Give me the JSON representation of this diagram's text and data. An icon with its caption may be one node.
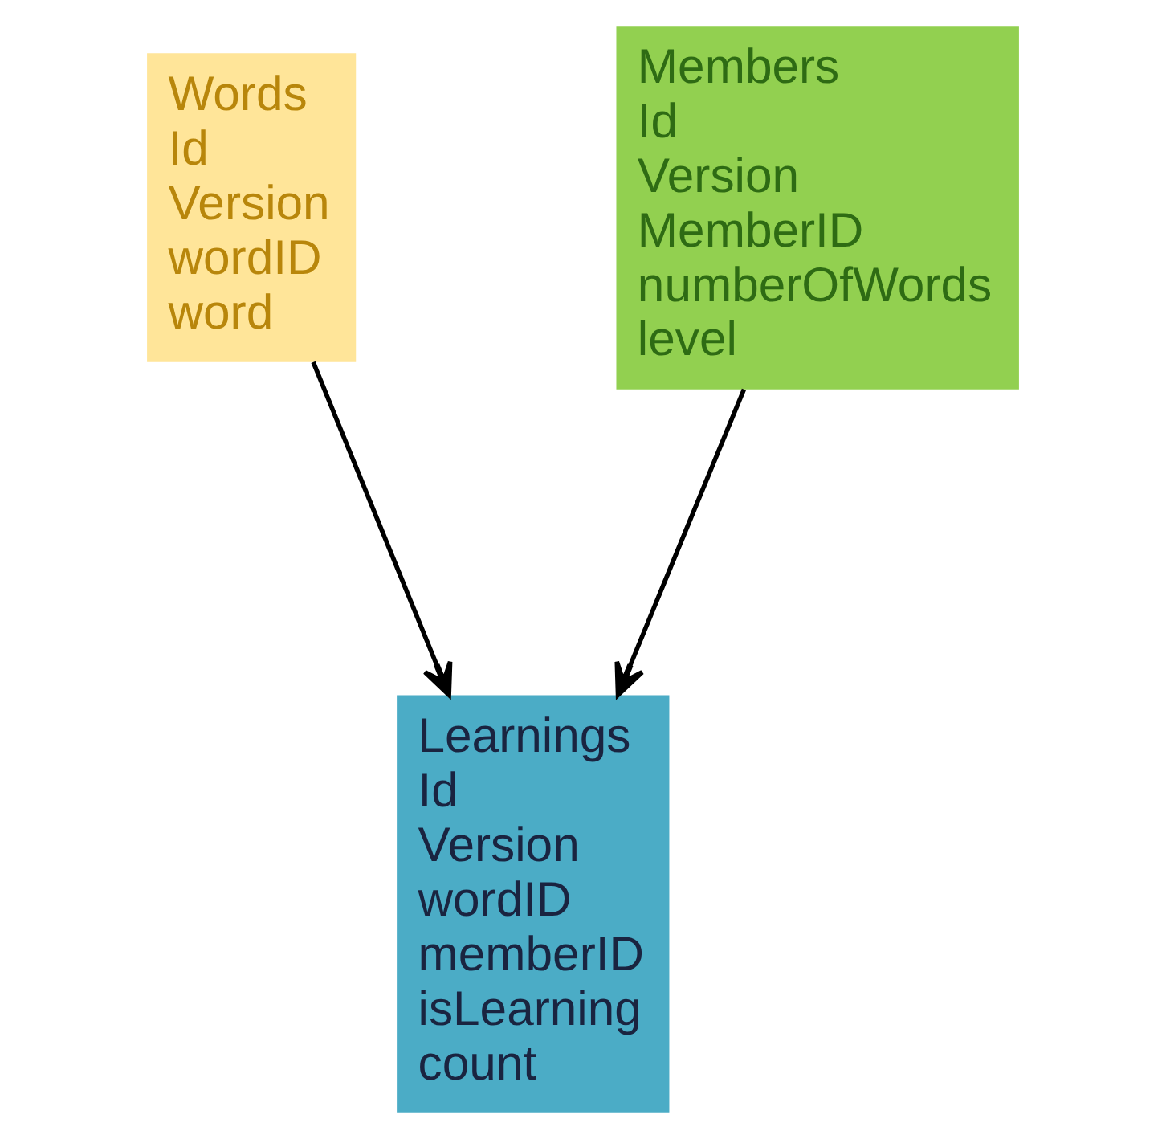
{
  "diagram": {
    "nodes": [
      {
        "text": [
          "Words",
          "Id",
          "Version",
          "wordID",
          "word"
        ]
      },
      {
        "text": [
          "Members",
          "Id",
          "Version",
          "MemberID",
          "numberOfWords",
          "level"
        ]
      },
      {
        "text": [
          "Learnings",
          "Id",
          "Version",
          "wordID",
          "memberID",
          "isLearning",
          "count"
        ]
      }
    ],
    "edges": [
      {
        "from": 0,
        "to": 2,
        "arrow": "to"
      },
      {
        "from": 1,
        "to": 2,
        "arrow": "to"
      }
    ]
  }
}
